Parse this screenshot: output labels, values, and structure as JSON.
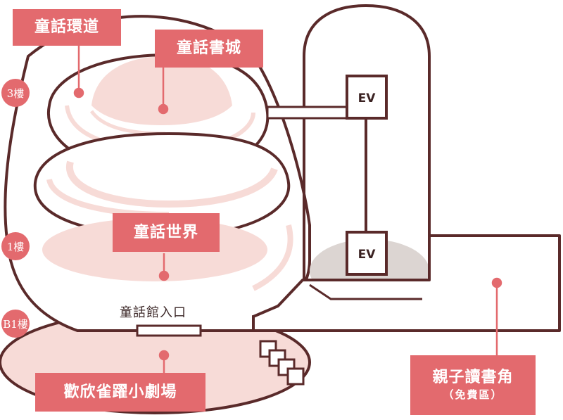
{
  "labels": {
    "fairy_tale_corridor": "童話環道",
    "fairy_tale_bookcity": "童話書城",
    "fairy_tale_world": "童話世界",
    "theater": "歡欣雀躍小劇場",
    "family_reading_corner": "親子讀書角",
    "family_reading_free": "（免費區）",
    "entrance": "童話館入口"
  },
  "floors": {
    "third": "3樓",
    "first": "1樓",
    "basement": "B1樓"
  },
  "elevator": {
    "upper": "EV",
    "lower": "EV"
  },
  "colors": {
    "accent": "#e36a6e",
    "outline": "#5a2a2a",
    "fill_light": "#f7dbd7",
    "fill_gray": "#dcd5d2"
  }
}
